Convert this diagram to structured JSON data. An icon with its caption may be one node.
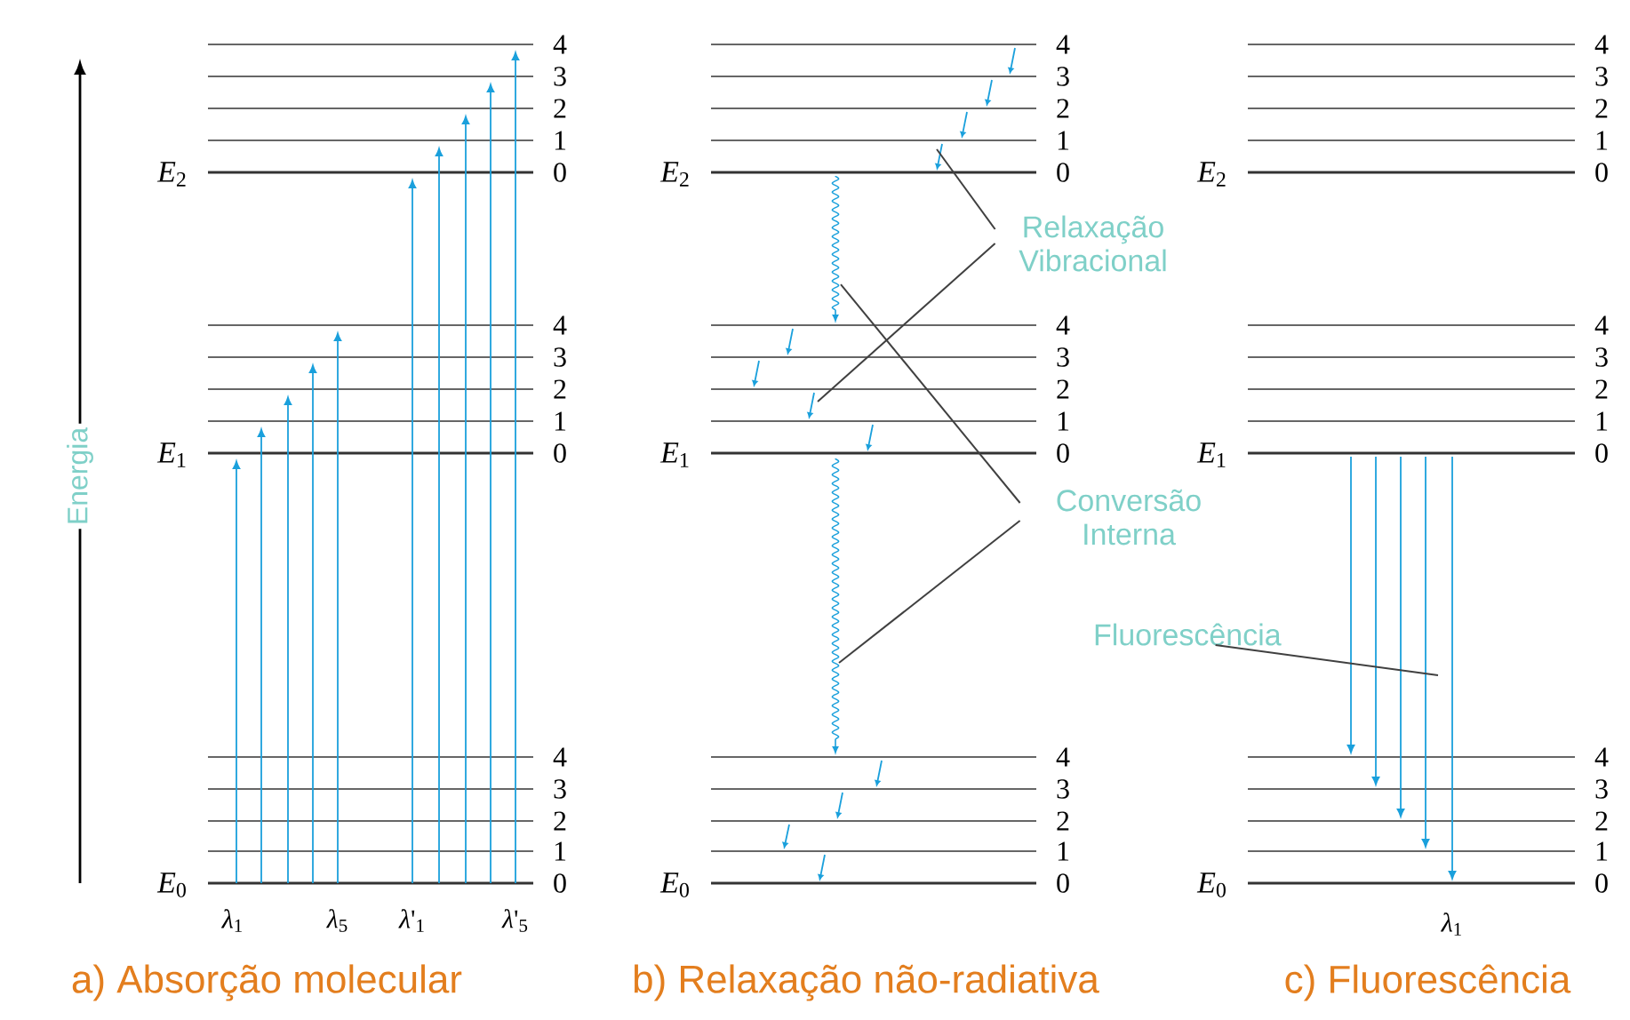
{
  "diagram": {
    "nodes": [
      {
        "text": [
          "Relaxação Vibracional"
        ]
      },
      {
        "text": [
          "Conversão Interna"
        ]
      },
      {
        "text": [
          "Fluorescência"
        ]
      }
    ],
    "edges": [
      {
        "from": 0,
        "to": null,
        "arrow": "none"
      },
      {
        "from": 0,
        "to": null,
        "arrow": "none"
      },
      {
        "from": 1,
        "to": null,
        "arrow": "none"
      },
      {
        "from": 1,
        "to": null,
        "arrow": "none"
      },
      {
        "from": 2,
        "to": null,
        "arrow": "none"
      }
    ],
    "labels": [
      "Energia",
      "4",
      "3",
      "2",
      "1",
      "0",
      "*E*$_{2}$",
      "4",
      "3",
      "2",
      "1",
      "0",
      "*E*$_{1}$",
      "4",
      "3",
      "2",
      "1",
      "0",
      "*E*$_{0}$",
      "4",
      "3",
      "2",
      "1",
      "0",
      "*E*$_{2}$",
      "4",
      "3",
      "2",
      "1",
      "0",
      "*E*$_{1}$",
      "4",
      "3",
      "2",
      "1",
      "0",
      "*E*$_{0}$",
      "4",
      "3",
      "2",
      "1",
      "0",
      "*E*$_{2}$",
      "4",
      "3",
      "2",
      "1",
      "0",
      "*E*$_{1}$",
      "4",
      "3",
      "2",
      "1",
      "0",
      "*E*$_{0}$",
      "*λ*$_{1}$",
      "*λ*$_{5}$",
      "*λ*'$_{1}$",
      "*λ*'$_{5}$",
      "*λ*$_{1}$",
      "a) Absorção molecular",
      "b) Relaxação não-radiativa",
      "c) Fluorescência"
    ]
  }
}
